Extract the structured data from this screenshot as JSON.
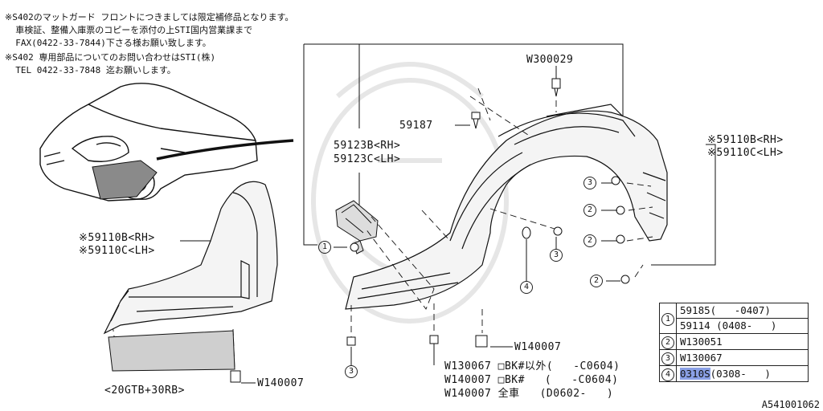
{
  "notes": [
    "※S402のマットガード フロントにつきましては限定補修品となります。",
    "  車検証、整備入庫票のコピーを添付の上STI国内営業課まで",
    "  FAX(0422-33-7844)下さる様お願い致します。",
    "※S402 専用部品についてのお問い合わせはSTI(株)",
    "  TEL 0422-33-7848 迄お願いします。"
  ],
  "labels": {
    "w300029": "W300029",
    "p59187": "59187",
    "p59123b": "59123B<RH>",
    "p59123c": "59123C<LH>",
    "right_rh": "※59110B<RH>",
    "right_lh": "※59110C<LH>",
    "left_rh": "※59110B<RH>",
    "left_lh": "※59110C<LH>",
    "w140007_mid": "W140007",
    "w140007_left": "W140007",
    "model": "<20GTB+30RB>",
    "apply_1": "W130067 □BK#以外(   -C0604)",
    "apply_2": "W140007 □BK#   (   -C0604)",
    "apply_3": "W140007 全車   (D0602-   )"
  },
  "callouts": {
    "c1": "1",
    "c2a": "2",
    "c2b": "2",
    "c2c": "2",
    "c3a": "3",
    "c3b": "3",
    "c3c": "3",
    "c4": "4"
  },
  "parts_table": {
    "r1_key": "1",
    "r1a": "59185(   -0407)",
    "r1b": "59114 (0408-   )",
    "r2_key": "2",
    "r2": "W130051",
    "r3_key": "3",
    "r3": "W130067",
    "r4_key": "4",
    "r4_part": "0310S",
    "r4_rest": "(0308-   )"
  },
  "diagram_id": "A541001062"
}
